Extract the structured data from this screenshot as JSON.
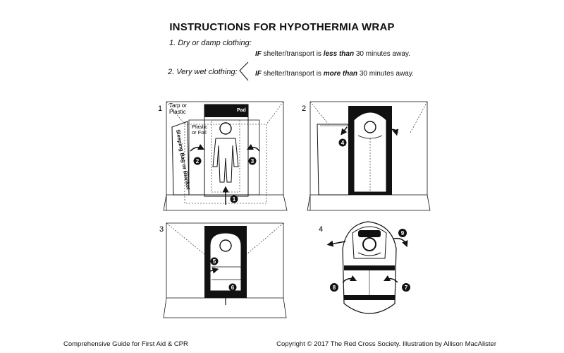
{
  "title": "INSTRUCTIONS FOR HYPOTHERMIA WRAP",
  "options": [
    {
      "label": "1. Dry or damp clothing:"
    },
    {
      "label": "2. Very wet clothing:"
    }
  ],
  "conditions": [
    {
      "prefix": "IF",
      "pre": " shelter/transport is ",
      "emph": "less than",
      "post": " 30 minutes away."
    },
    {
      "prefix": "IF",
      "pre": " shelter/transport is ",
      "emph": "more than",
      "post": " 30 minutes away."
    }
  ],
  "panels": [
    {
      "number": "1",
      "labels": {
        "tarp": [
          "Tarp or",
          "Plastic"
        ],
        "pad": "Pad",
        "foil": [
          "Plastic",
          "or Foil"
        ],
        "bag": "Sleeping Bag or Blanket"
      },
      "steps": [
        "1",
        "2",
        "3"
      ]
    },
    {
      "number": "2",
      "steps": [
        "4"
      ]
    },
    {
      "number": "3",
      "steps": [
        "5",
        "6"
      ]
    },
    {
      "number": "4",
      "steps": [
        "7",
        "8",
        "9"
      ]
    }
  ],
  "footer": {
    "left": "Comprehensive Guide for First Aid & CPR",
    "right": "Copyright © 2017 The Red Cross Society. Illustration by Allison MacAlister"
  }
}
